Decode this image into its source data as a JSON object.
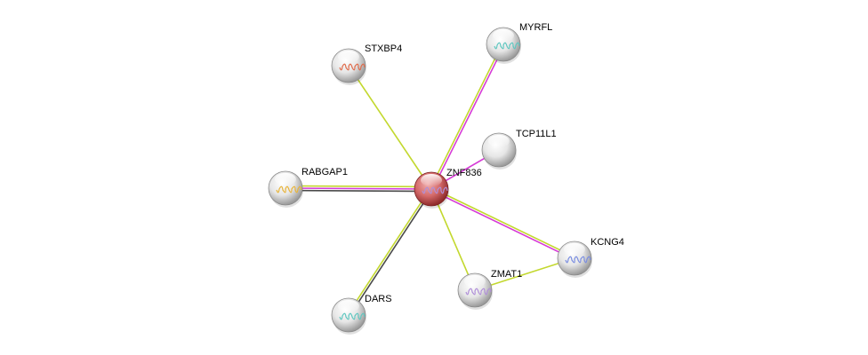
{
  "network": {
    "center": "ZNF836",
    "nodes": [
      {
        "id": "ZNF836",
        "label": "ZNF836",
        "query": true,
        "structure": true
      },
      {
        "id": "MYRFL",
        "label": "MYRFL",
        "query": false,
        "structure": true
      },
      {
        "id": "STXBP4",
        "label": "STXBP4",
        "query": false,
        "structure": true
      },
      {
        "id": "TCP11L1",
        "label": "TCP11L1",
        "query": false,
        "structure": false
      },
      {
        "id": "RABGAP1",
        "label": "RABGAP1",
        "query": false,
        "structure": true
      },
      {
        "id": "KCNG4",
        "label": "KCNG4",
        "query": false,
        "structure": true
      },
      {
        "id": "ZMAT1",
        "label": "ZMAT1",
        "query": false,
        "structure": true
      },
      {
        "id": "DARS",
        "label": "DARS",
        "query": false,
        "structure": true
      }
    ],
    "edges": [
      {
        "source": "ZNF836",
        "target": "MYRFL",
        "evidence": [
          "textmining",
          "coexpression"
        ]
      },
      {
        "source": "ZNF836",
        "target": "STXBP4",
        "evidence": [
          "textmining"
        ]
      },
      {
        "source": "ZNF836",
        "target": "TCP11L1",
        "evidence": [
          "coexpression"
        ]
      },
      {
        "source": "ZNF836",
        "target": "RABGAP1",
        "evidence": [
          "homology",
          "coexpression",
          "textmining"
        ]
      },
      {
        "source": "ZNF836",
        "target": "KCNG4",
        "evidence": [
          "textmining",
          "coexpression"
        ]
      },
      {
        "source": "ZNF836",
        "target": "ZMAT1",
        "evidence": [
          "textmining"
        ]
      },
      {
        "source": "ZNF836",
        "target": "DARS",
        "evidence": [
          "homology",
          "textmining"
        ]
      },
      {
        "source": "ZMAT1",
        "target": "KCNG4",
        "evidence": [
          "textmining"
        ]
      }
    ],
    "evidence_colors": {
      "textmining": "#c3d82e",
      "coexpression": "#d63ad6",
      "homology": "#4a4a4a"
    }
  }
}
